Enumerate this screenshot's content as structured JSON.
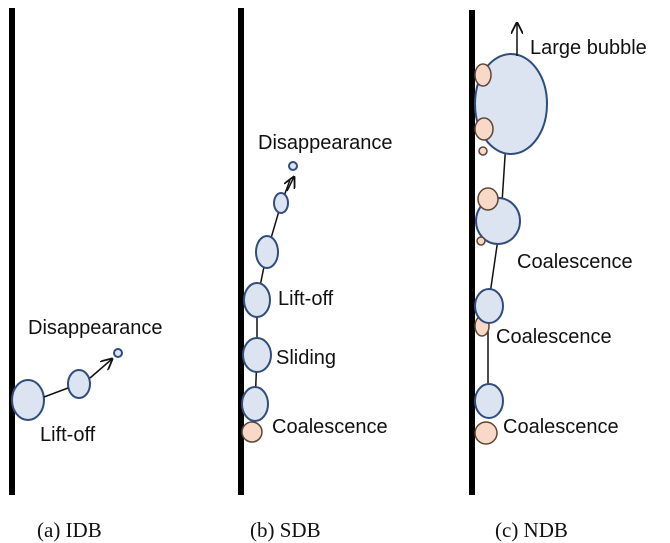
{
  "panels": {
    "idb": {
      "caption": "(a) IDB",
      "labels": {
        "disappearance": "Disappearance",
        "liftoff": "Lift-off"
      }
    },
    "sdb": {
      "caption": "(b) SDB",
      "labels": {
        "disappearance": "Disappearance",
        "liftoff": "Lift-off",
        "sliding": "Sliding",
        "coalescence": "Coalescence"
      }
    },
    "ndb": {
      "caption": "(c) NDB",
      "labels": {
        "large_bubble": "Large bubble",
        "coalescence_1": "Coalescence",
        "coalescence_2": "Coalescence",
        "coalescence_3": "Coalescence"
      }
    }
  },
  "colors": {
    "vapor_bubble": "#dce3f1",
    "small_bubble": "#f8d8c7",
    "wall": "#000000"
  }
}
